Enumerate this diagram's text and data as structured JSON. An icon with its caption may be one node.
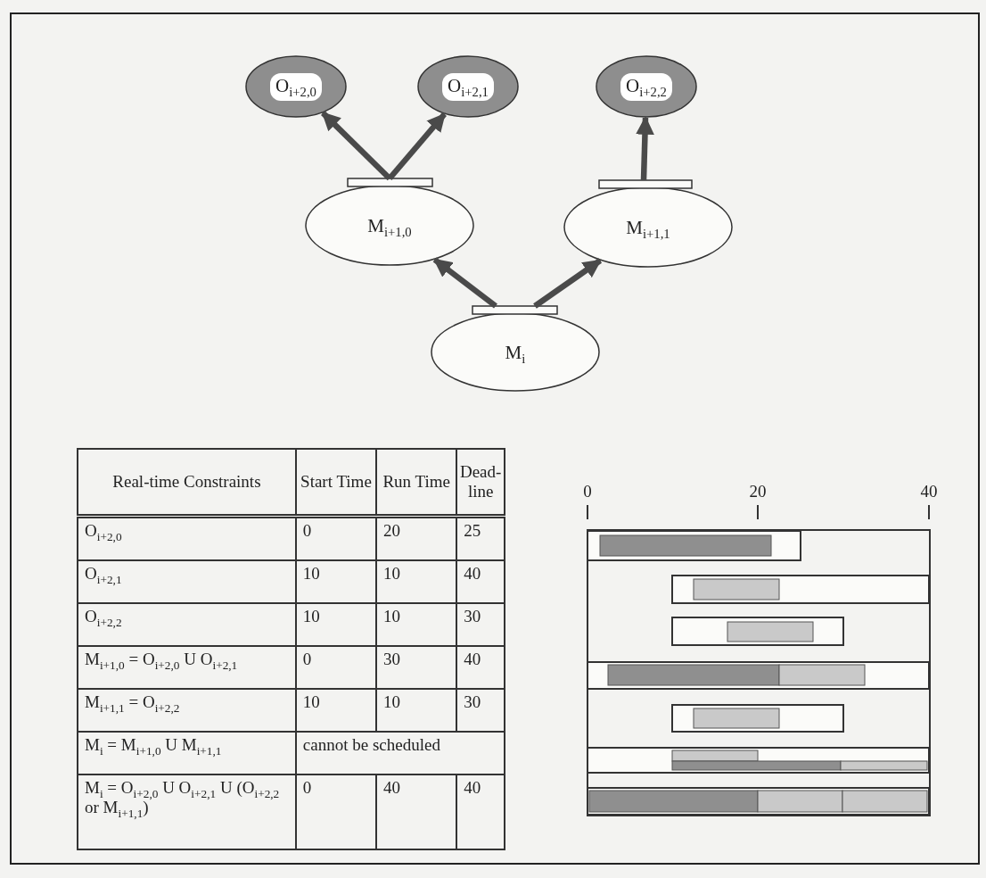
{
  "diagram": {
    "nodes": [
      {
        "text": [
          "O$_{i+2,0}$"
        ]
      },
      {
        "text": [
          "O$_{i+2,1}$"
        ]
      },
      {
        "text": [
          "O$_{i+2,2}$"
        ]
      },
      {
        "text": [
          "M$_{i+1,0}$"
        ]
      },
      {
        "text": [
          "M$_{i+1,1}$"
        ]
      },
      {
        "text": [
          "M$_{i}$"
        ]
      }
    ],
    "edges": [
      {
        "from": 3,
        "to": 0,
        "arrow": "to"
      },
      {
        "from": 3,
        "to": 1,
        "arrow": "to"
      },
      {
        "from": 4,
        "to": 2,
        "arrow": "to"
      },
      {
        "from": 5,
        "to": 3,
        "arrow": "to"
      },
      {
        "from": 5,
        "to": 4,
        "arrow": "to"
      }
    ],
    "labels": [
      "Real-time Constraints",
      "Start Time",
      "Run Time",
      "Dead- line",
      "O$_{i+2,0}$",
      "0",
      "20",
      "25",
      "O$_{i+2,1}$",
      "10",
      "10",
      "40",
      "O$_{i+2,2}$",
      "10",
      "10",
      "30",
      "M$_{i+1,0}$ = O$_{i+2,0}$ U O$_{i+2,1}$",
      "0",
      "30",
      "40",
      "M$_{i+1,1}$ = O$_{i+2,2}$",
      "10",
      "10",
      "30",
      "M$_{i}$ = M$_{i+1,0}$ U M$_{i+1,1}$",
      "cannot be scheduled",
      "M$_{i}$ = O$_{i+2,0}$ U O$_{i+2,1}$ U (O$_{i+2,2}$ or M$_{i+1,1}$)",
      "0",
      "40",
      "40",
      "0",
      "20",
      "40"
    ]
  }
}
